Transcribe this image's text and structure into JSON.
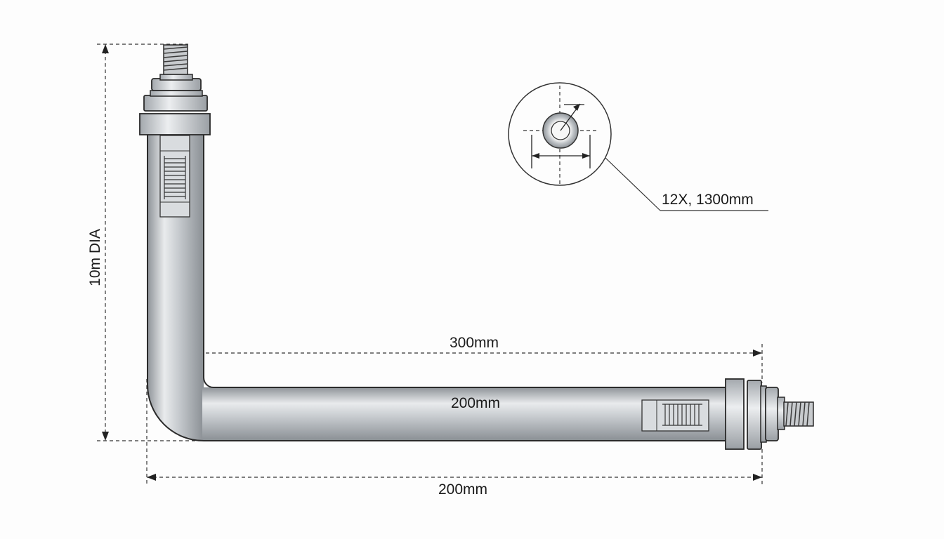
{
  "labels": {
    "vertical_dimension": "10m DIA",
    "horizontal_upper": "300mm",
    "horizontal_middle": "200mm",
    "horizontal_bottom": "200mm",
    "detail_callout": "12X, 1300mm"
  },
  "colors": {
    "steel_light": "#e6e8ea",
    "steel_mid": "#b9bdc1",
    "steel_dark": "#8a8f94",
    "line": "#2a2a2a",
    "background": "#fdfdfd"
  }
}
